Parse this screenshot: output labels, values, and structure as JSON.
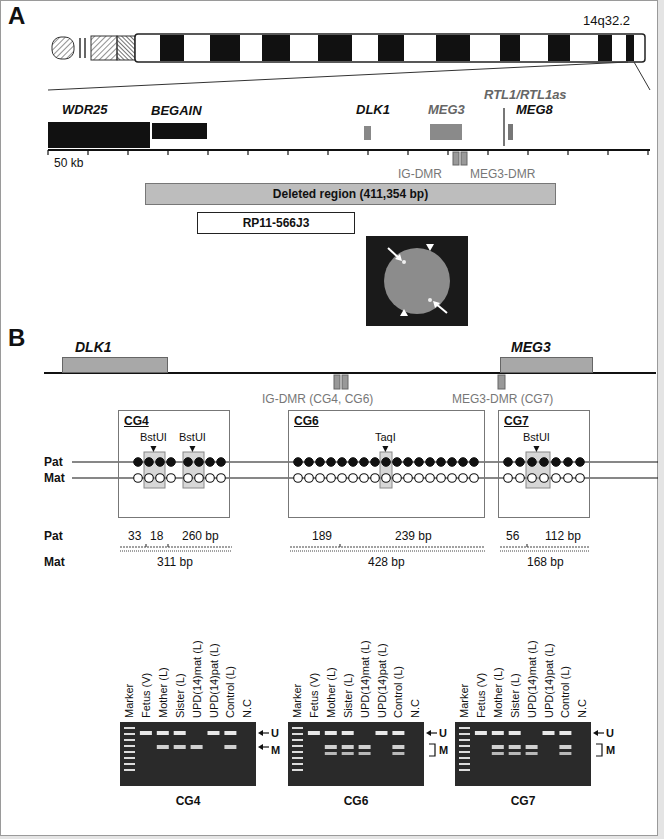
{
  "diagram": {
    "nodes": [
      {
        "text": [
          "WDR25"
        ]
      },
      {
        "text": [
          "BEGAIN"
        ]
      },
      {
        "text": [
          "DLK1"
        ]
      },
      {
        "text": [
          "MEG3"
        ]
      },
      {
        "text": [
          "RTL1/RTL1as"
        ]
      },
      {
        "text": [
          "MEG8"
        ]
      },
      {
        "text": [
          "Deleted region (411,354 bp)"
        ]
      },
      {
        "text": [
          "RP11-566J3"
        ]
      },
      {
        "text": [
          "DLK1"
        ]
      },
      {
        "text": [
          "MEG3"
        ]
      },
      {
        "text": [
          "CG4",
          "BstUI",
          "BstUI"
        ]
      },
      {
        "text": [
          "CG6",
          "TaqI"
        ]
      },
      {
        "text": [
          "CG7",
          "BstUI"
        ]
      }
    ],
    "labels": [
      "A",
      "14q32.2",
      "50 kb",
      "IG-DMR",
      "MEG3-DMR",
      "B",
      "IG-DMR (CG4, CG6)",
      "MEG3-DMR (CG7)",
      "Pat",
      "Mat",
      "Pat",
      "Mat",
      "33",
      "18",
      "260 bp",
      "311 bp",
      "189",
      "239 bp",
      "428 bp",
      "56",
      "112 bp",
      "168 bp",
      "Marker",
      "Fetus (V)",
      "Mother (L)",
      "Sister (L)",
      "UPD(14)mat (L)",
      "UPD(14)pat (L)",
      "Control (L)",
      "N.C",
      "Marker",
      "Fetus (V)",
      "Mother (L)",
      "Sister (L)",
      "UPD(14)mat (L)",
      "UPD(14)pat (L)",
      "Control (L)",
      "N.C",
      "Marker",
      "Fetus (V)",
      "Mother (L)",
      "Sister (L)",
      "UPD(14)mat (L)",
      "UPD(14)pat (L)",
      "Control (L)",
      "N.C",
      "U",
      "M",
      "U",
      "M",
      "U",
      "M",
      "CG4",
      "CG6",
      "CG7"
    ]
  }
}
